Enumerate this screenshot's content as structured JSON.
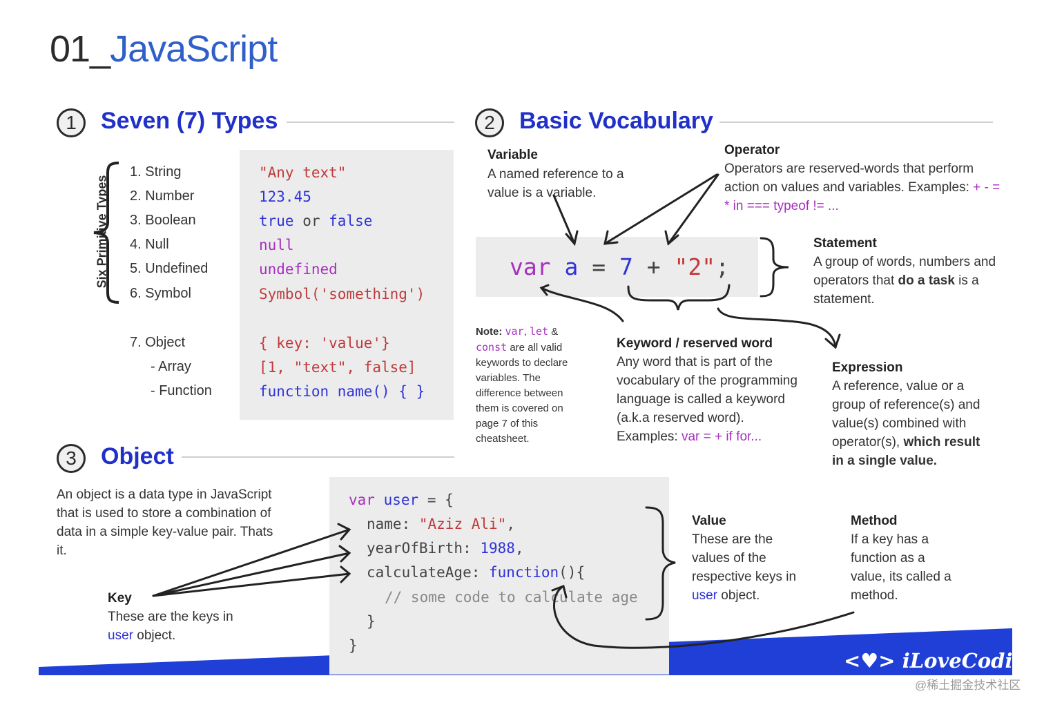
{
  "title": {
    "prefix": "01_",
    "name": "JavaScript"
  },
  "section1": {
    "number": "1",
    "title": "Seven (7) Types",
    "rotated_label": "Six Primitive Types",
    "types": [
      {
        "label": "1.  String",
        "code": "\"Any text\""
      },
      {
        "label": "2.  Number",
        "code": "123.45"
      },
      {
        "label": "3.  Boolean",
        "code_a": "true",
        "code_or": " or ",
        "code_b": "false"
      },
      {
        "label": "4.  Null",
        "code": "null"
      },
      {
        "label": "5.  Undefined",
        "code": "undefined"
      },
      {
        "label": "6.  Symbol",
        "code": "Symbol('something')"
      },
      {
        "label": "7.  Object",
        "code": "{ key: 'value'}"
      },
      {
        "label": "- Array",
        "code": "[1, \"text\", false]"
      },
      {
        "label": "- Function",
        "code": "function name() { }"
      }
    ]
  },
  "section2": {
    "number": "2",
    "title": "Basic Vocabulary",
    "variable": {
      "title": "Variable",
      "text": "A named reference to a value is a variable."
    },
    "operator": {
      "title": "Operator",
      "text": "Operators are reserved-words that perform action on values and variables.",
      "examples_label": "Examples:",
      "examples": "+ - = * in === typeof != ..."
    },
    "statement_code": {
      "var": "var",
      "a": "a",
      "eq": "=",
      "seven": "7",
      "plus": "+",
      "two": "\"2\"",
      "semi": ";"
    },
    "statement": {
      "title": "Statement",
      "text1": "A group of words, numbers and operators that ",
      "bold": "do a task",
      "text2": " is a statement."
    },
    "note": {
      "prefix": "Note:",
      "kw1": "var",
      "sep1": ", ",
      "kw2": "let",
      "amp": " &",
      "kw3": "const",
      "text": " are all valid keywords to declare variables. The difference between them is covered on page 7 of this cheatsheet."
    },
    "keyword": {
      "title": "Keyword / reserved word",
      "text": "Any word that is part of the vocabulary of the programming language is called a keyword (a.k.a reserved word).",
      "examples_label": "Examples:",
      "examples": "var = + if for..."
    },
    "expression": {
      "title": "Expression",
      "text": "A reference, value or a group of reference(s) and value(s) combined with operator(s), ",
      "bold": "which result in a single value."
    }
  },
  "section3": {
    "number": "3",
    "title": "Object",
    "description": "An object is a data type in JavaScript that is used to store a combination of data in a simple key-value pair. Thats it.",
    "key": {
      "title": "Key",
      "text1": "These are the keys in ",
      "link": "user",
      "text2": " object."
    },
    "code": {
      "l1_var": "var",
      "l1_user": "user",
      "l1_rest": " = {",
      "l2_key": "name",
      "l2_colon": ": ",
      "l2_val": "\"Aziz Ali\"",
      "l2_end": ",",
      "l3_key": "yearOfBirth",
      "l3_colon": ": ",
      "l3_val": "1988",
      "l3_end": ",",
      "l4_key": "calculateAge",
      "l4_colon": ": ",
      "l4_val": "function",
      "l4_end": "(){",
      "l5": "// some code to calculate age",
      "l6": "}",
      "l7": "}"
    },
    "value": {
      "title": "Value",
      "text1": "These are the values of the respective keys in ",
      "link": "user",
      "text2": " object."
    },
    "method": {
      "title": "Method",
      "text": "If a key has a function as a value, its called a method."
    }
  },
  "brand": {
    "name": "iLoveCoding"
  },
  "watermark": "@稀土掘金技术社区",
  "colors": {
    "accent_blue": "#2030c8",
    "code_blue": "#2f33d6",
    "string_red": "#c0393b",
    "keyword_purple": "#a72fbf",
    "banner_blue": "#1f3fd6"
  }
}
